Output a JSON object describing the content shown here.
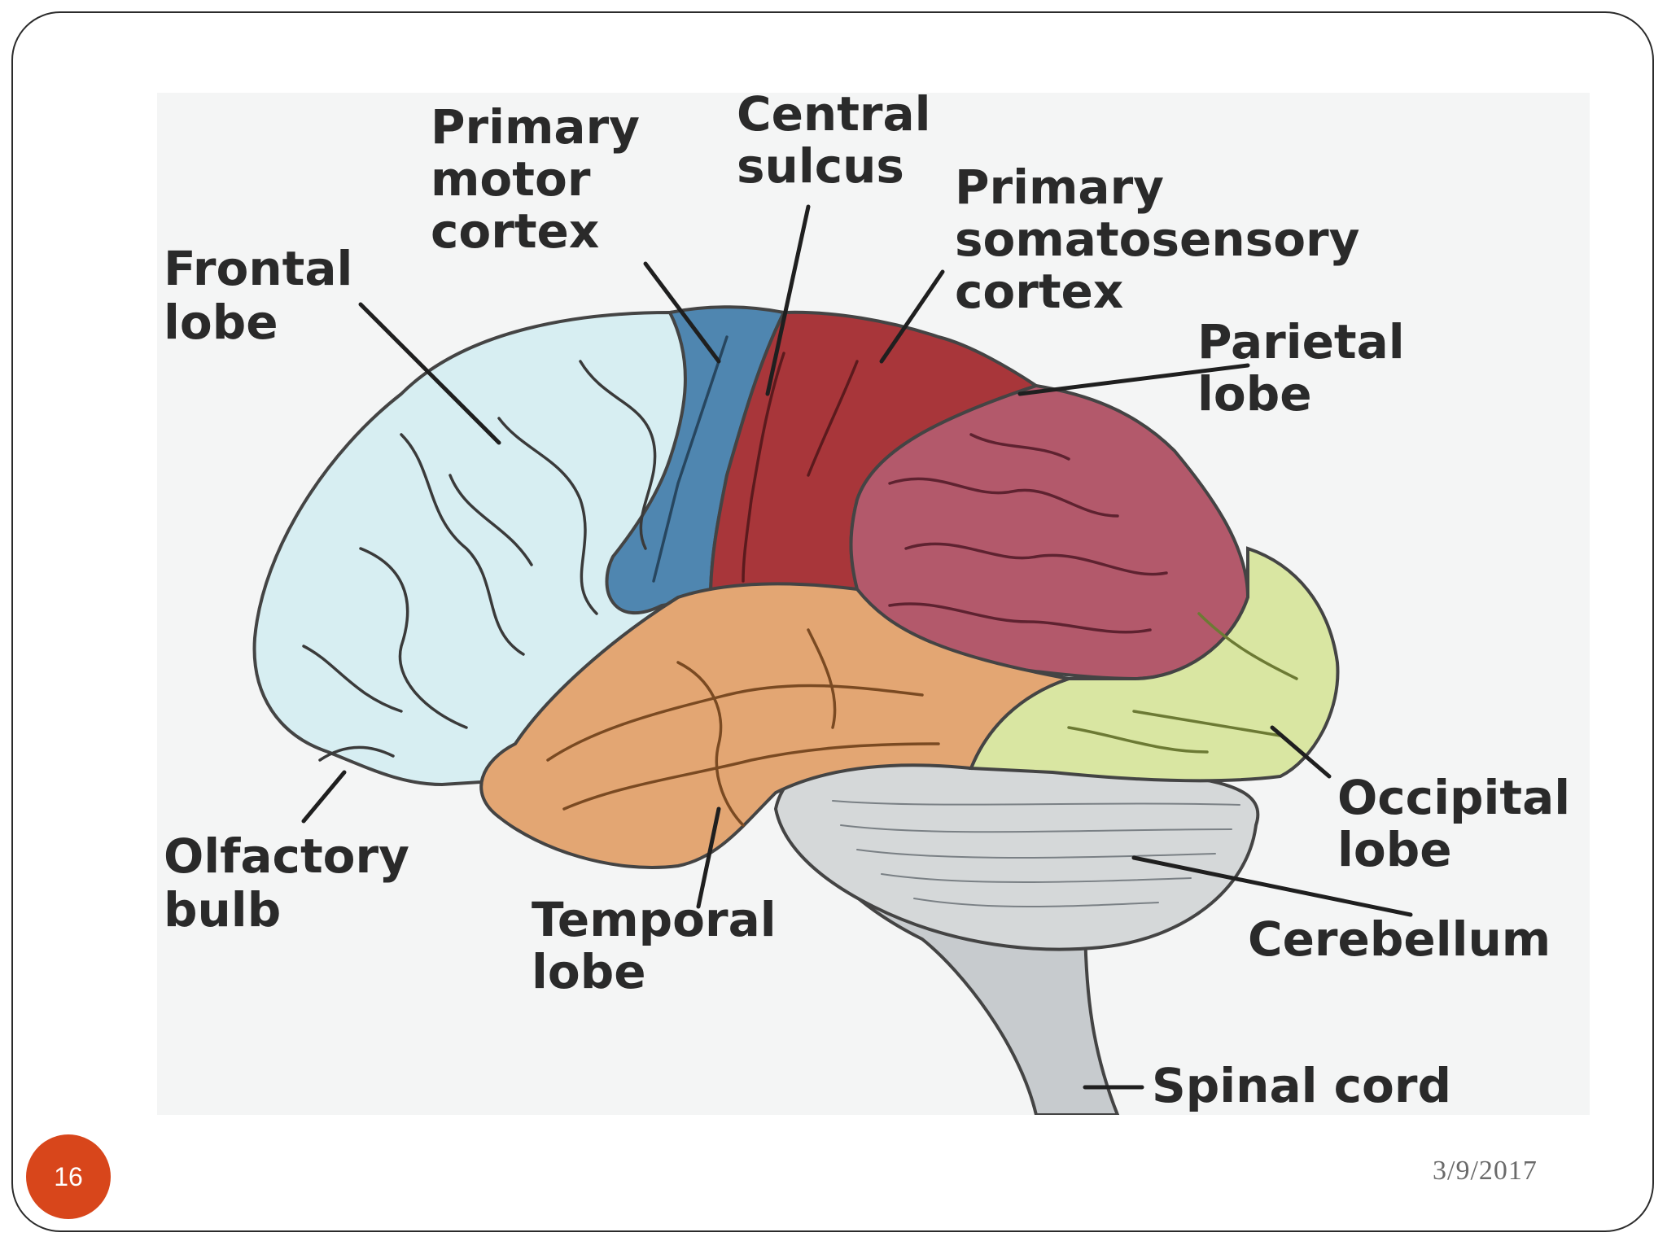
{
  "slide": {
    "number": "16",
    "date": "3/9/2017",
    "badge_color": "#d8461b"
  },
  "diagram": {
    "labels": {
      "primary_motor_cortex": [
        "Primary",
        "motor",
        "cortex"
      ],
      "central_sulcus": [
        "Central",
        "sulcus"
      ],
      "primary_somatosensory_cortex": [
        "Primary",
        "somatosensory",
        "cortex"
      ],
      "frontal_lobe": [
        "Frontal",
        "lobe"
      ],
      "parietal_lobe": [
        "Parietal",
        "lobe"
      ],
      "occipital_lobe": [
        "Occipital",
        "lobe"
      ],
      "olfactory_bulb": [
        "Olfactory",
        "bulb"
      ],
      "temporal_lobe": [
        "Temporal",
        "lobe"
      ],
      "cerebellum": [
        "Cerebellum"
      ],
      "spinal_cord": [
        "Spinal cord"
      ]
    },
    "region_colors": {
      "frontal": "#d7eef2",
      "motor": "#4f86b0",
      "somatosensory": "#a8363a",
      "parietal": "#b3596b",
      "occipital": "#d9e6a2",
      "temporal": "#e3a673",
      "cerebellum": "#d5d8d9",
      "brainstem": "#c7cbce"
    }
  }
}
